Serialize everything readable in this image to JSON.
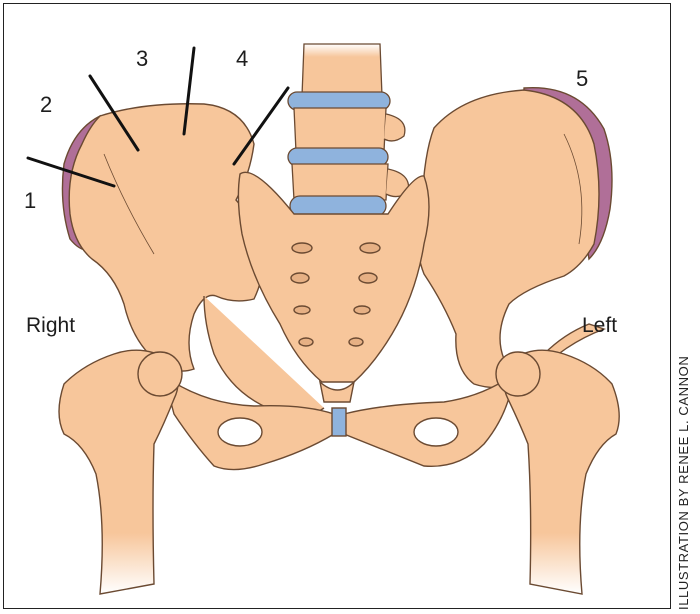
{
  "labels": {
    "n1": "1",
    "n2": "2",
    "n3": "3",
    "n4": "4",
    "n5": "5"
  },
  "sides": {
    "right": "Right",
    "left": "Left"
  },
  "credit": "ILLUSTRATION BY RENEE L. CANNON",
  "colors": {
    "bone": "#f7c69b",
    "bone_stroke": "#6b4a32",
    "cartilage": "#b06f98",
    "disc": "#8fb3dd",
    "leader": "#111111"
  }
}
